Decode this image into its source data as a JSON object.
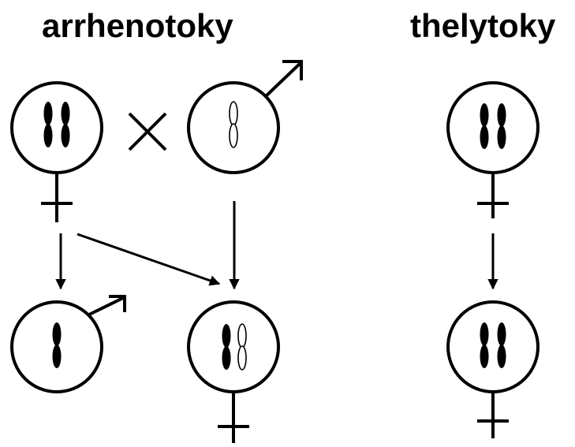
{
  "titles": {
    "left": "arrhenotoky",
    "right": "thelytoky"
  },
  "symbols": {
    "cross": "cross-symbol"
  },
  "colors": {
    "ink": "#000000",
    "background": "#ffffff"
  }
}
